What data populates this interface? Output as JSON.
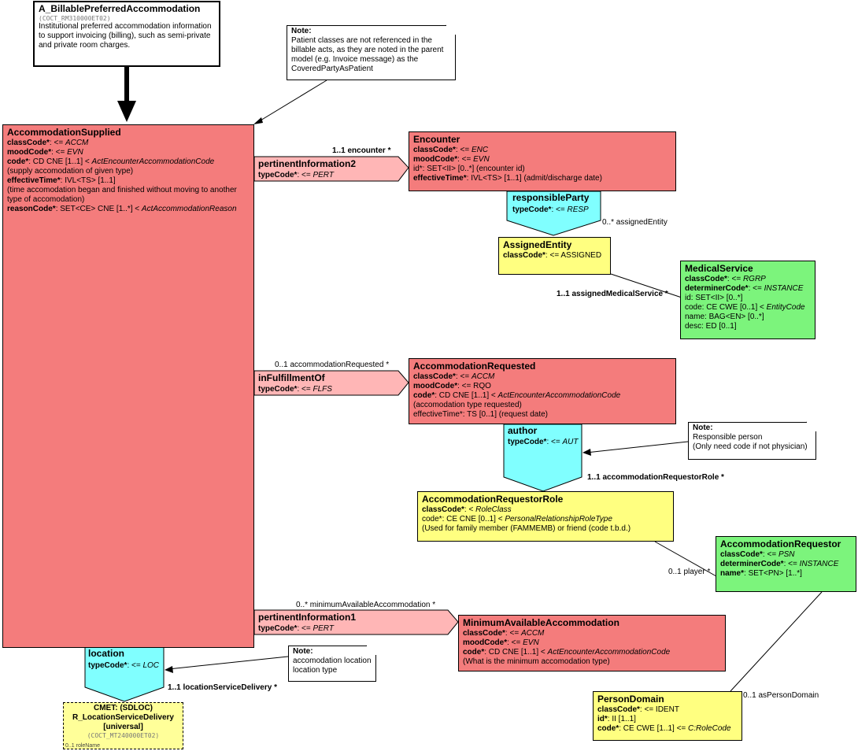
{
  "header": {
    "title": "A_BillablePreferredAccommodation",
    "id": "(COCT_RM310000ET02)",
    "description": "Institutional preferred accommodation information to support invoicing (billing), such as semi-private and private room charges."
  },
  "notes": {
    "patient_classes": {
      "title": "Note:",
      "text": "Patient classes are not referenced in the billable acts, as they are noted in the parent model (e.g. Invoice message) as the CoveredPartyAsPatient"
    },
    "responsible_person": {
      "title": "Note:",
      "line1": "Responsible person",
      "line2": "(Only need code if not physician)"
    },
    "location_type": {
      "title": "Note:",
      "line1": "accomodation location",
      "line2": "location type"
    }
  },
  "accommodation_supplied": {
    "title": "AccommodationSupplied",
    "l1_name": "classCode*",
    "l1_rest": ": <= ",
    "l1_val": "ACCM",
    "l2_name": "moodCode*",
    "l2_rest": ": <= ",
    "l2_val": "EVN",
    "l3_name": "code*",
    "l3_rest": ": CD CNE [1..1] < ",
    "l3_val": "ActEncounterAccommodationCode",
    "l4": " (supply accomodation of given type)",
    "l5_name": "effectiveTime*",
    "l5_rest": ": IVL<TS> [1..1]",
    "l6": " (time accomodation began and finished without moving to another",
    "l7": " type of accomodation)",
    "l8_name": "reasonCode*",
    "l8_rest": ": SET<CE> CNE [1..*] < ",
    "l8_val": "ActAccommodationReason"
  },
  "encounter": {
    "title": "Encounter",
    "l1_name": "classCode*",
    "l1_rest": ": <= ",
    "l1_val": "ENC",
    "l2_name": "moodCode*",
    "l2_rest": ": <= ",
    "l2_val": "EVN",
    "l3": "id*: SET<II> [0..*] (encounter id)",
    "l4_name": "effectiveTime*",
    "l4_rest": ": IVL<TS> [1..1] (admit/discharge date)"
  },
  "responsible_party": {
    "title": "responsibleParty",
    "l1_name": "typeCode*",
    "l1_rest": ": <= ",
    "l1_val": "RESP"
  },
  "assigned_entity": {
    "title": "AssignedEntity",
    "l1_name": "classCode*",
    "l1_rest": ": <= ASSIGNED"
  },
  "medical_service": {
    "title": "MedicalService",
    "l1_name": "classCode*",
    "l1_rest": ": <= ",
    "l1_val": "RGRP",
    "l2_name": "determinerCode*",
    "l2_rest": ": <= ",
    "l2_val": "INSTANCE",
    "l3": "id: SET<II> [0..*]",
    "l4_a": "code: CE CWE [0..1] < ",
    "l4_val": "EntityCode",
    "l5": "name: BAG<EN> [0..*]",
    "l6": "desc: ED [0..1]"
  },
  "pertinent_information2": {
    "title": "pertinentInformation2",
    "l1_name": "typeCode*",
    "l1_rest": ": <= ",
    "l1_val": "PERT"
  },
  "in_fulfillment_of": {
    "title": "inFulfillmentOf",
    "l1_name": "typeCode*",
    "l1_rest": ": <= ",
    "l1_val": "FLFS"
  },
  "pertinent_information1": {
    "title": "pertinentInformation1",
    "l1_name": "typeCode*",
    "l1_rest": ": <= ",
    "l1_val": "PERT"
  },
  "accommodation_requested": {
    "title": "AccommodationRequested",
    "l1_name": "classCode*",
    "l1_rest": ": <= ",
    "l1_val": "ACCM",
    "l2_name": "moodCode*",
    "l2_rest": ": <= RQO",
    "l3_name": "code*",
    "l3_rest": ": CD CNE [1..1] < ",
    "l3_val": "ActEncounterAccommodationCode",
    "l4": " (accomodation type requested)",
    "l5": "effectiveTime*: TS [0..1] (request date)"
  },
  "author": {
    "title": "author",
    "l1_name": "typeCode*",
    "l1_rest": ": <= ",
    "l1_val": "AUT"
  },
  "requestor_role": {
    "title": "AccommodationRequestorRole",
    "l1_name": "classCode*",
    "l1_rest": ": < ",
    "l1_val": "RoleClass",
    "l2_a": "code*: CE CNE [0..1] < ",
    "l2_val": "PersonalRelationshipRoleType",
    "l3": " (Used for family member (FAMMEMB) or friend (code t.b.d.)"
  },
  "accommodation_requestor": {
    "title": "AccommodationRequestor",
    "l1_name": "classCode*",
    "l1_rest": ": <= ",
    "l1_val": "PSN",
    "l2_name": "determinerCode*",
    "l2_rest": ": <= ",
    "l2_val": "INSTANCE",
    "l3_name": "name*",
    "l3_rest": ": SET<PN> [1..*]"
  },
  "minimum_available": {
    "title": "MinimumAvailableAccommodation",
    "l1_name": "classCode*",
    "l1_rest": ": <= ",
    "l1_val": "ACCM",
    "l2_name": "moodCode*",
    "l2_rest": ": <= ",
    "l2_val": "EVN",
    "l3_name": "code*",
    "l3_rest": ": CD CNE [1..1] < ",
    "l3_val": "ActEncounterAccommodationCode",
    "l4": " (What is the minimum accomodation type)"
  },
  "location": {
    "title": "location",
    "l1_name": "typeCode*",
    "l1_rest": ": <= ",
    "l1_val": "LOC"
  },
  "cmet": {
    "l1": "CMET: (SDLOC)",
    "l2": "R_LocationServiceDelivery",
    "l3": "[universal]",
    "id": "(COCT_MT240000ET02)",
    "role": "0..1 roleName"
  },
  "person_domain": {
    "title": "PersonDomain",
    "l1_name": "classCode*",
    "l1_rest": ": <= IDENT",
    "l2_name": "id*",
    "l2_rest": ": II [1..1]",
    "l3_name": "code*",
    "l3_rest": ": CE CWE [1..1] <= ",
    "l3_val": "C:RoleCode"
  },
  "labels": {
    "encounter": "1..1 encounter  *",
    "assigned_entity": "0..* assignedEntity",
    "assigned_medical_service": "1..1 assignedMedicalService  *",
    "accommodation_requested": "0..1 accommodationRequested  *",
    "accommodation_requestor_role": "1..1 accommodationRequestorRole  *",
    "player": "0..1 player  *",
    "minimum_available": "0..* minimumAvailableAccommodation  *",
    "location_service_delivery": "1..1 locationServiceDelivery  *",
    "as_person_domain": "0..1 asPersonDomain"
  },
  "colors": {
    "act": "#f47c7c",
    "role": "#ffff80",
    "entity": "#7cf47c",
    "participation": "#80ffff",
    "act_relationship": "#ffb6b6"
  }
}
